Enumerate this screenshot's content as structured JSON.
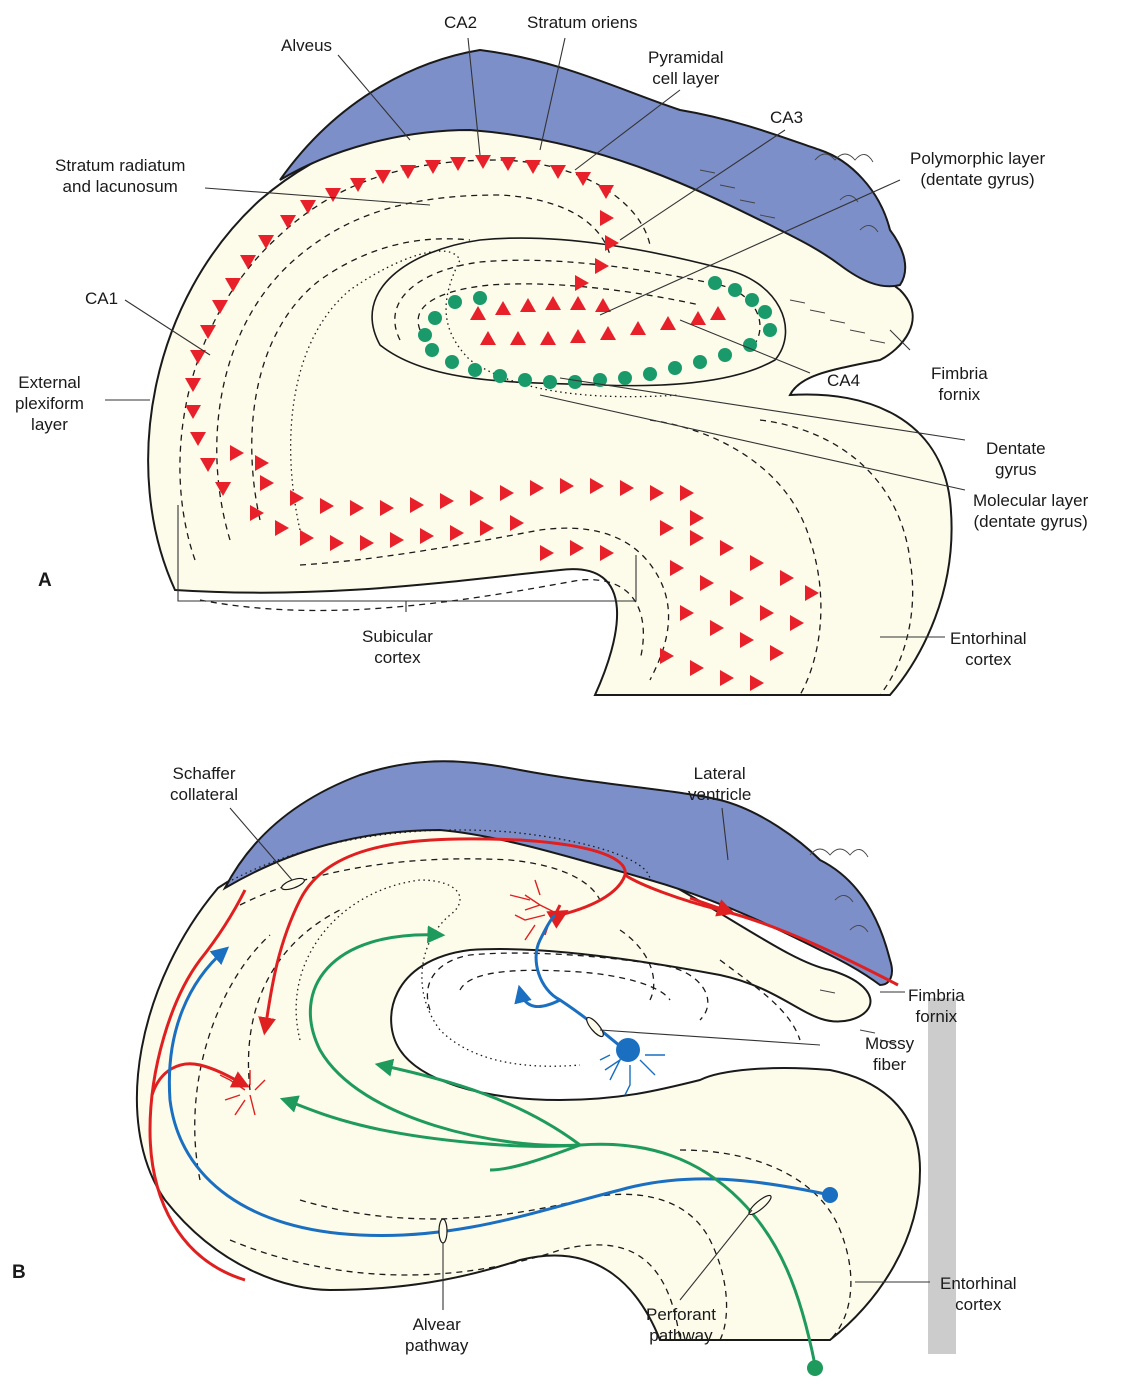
{
  "panelA": {
    "letter": "A",
    "labels": {
      "ca2": "CA2",
      "stratum_oriens": "Stratum oriens",
      "alveus": "Alveus",
      "pyramidal": [
        "Pyramidal",
        "cell layer"
      ],
      "ca3": "CA3",
      "radiatum": [
        "Stratum radiatum",
        "and lacunosum"
      ],
      "polymorphic": [
        "Polymorphic layer",
        "(dentate gyrus)"
      ],
      "ca1": "CA1",
      "ext_plexiform": [
        "External",
        "plexiform",
        "layer"
      ],
      "ca4": "CA4",
      "fimbria": [
        "Fimbria",
        "fornix"
      ],
      "dentate": [
        "Dentate",
        "gyrus"
      ],
      "molecular": [
        "Molecular layer",
        "(dentate gyrus)"
      ],
      "subicular": [
        "Subicular",
        "cortex"
      ],
      "entorhinal": [
        "Entorhinal",
        "cortex"
      ]
    }
  },
  "panelB": {
    "letter": "B",
    "labels": {
      "schaffer": [
        "Schaffer",
        "collateral"
      ],
      "lat_ventricle": [
        "Lateral",
        "ventricle"
      ],
      "fimbria": [
        "Fimbria",
        "fornix"
      ],
      "mossy": [
        "Mossy",
        "fiber"
      ],
      "entorhinal": [
        "Entorhinal",
        "cortex"
      ],
      "alvear": [
        "Alvear",
        "pathway"
      ],
      "perforant": [
        "Perforant",
        "pathway"
      ]
    }
  },
  "colors": {
    "ventricle": "#7d8fc9",
    "tissue": "#fdfbea",
    "pyramidal_cells": "#e8202a",
    "granule_cells": "#1a9a6a",
    "alvear_pathway": "#1a6fc0",
    "perforant_pathway": "#1e9a5c",
    "schaffer_pathway": "#e02020",
    "gray_bar": "#cccccc"
  }
}
